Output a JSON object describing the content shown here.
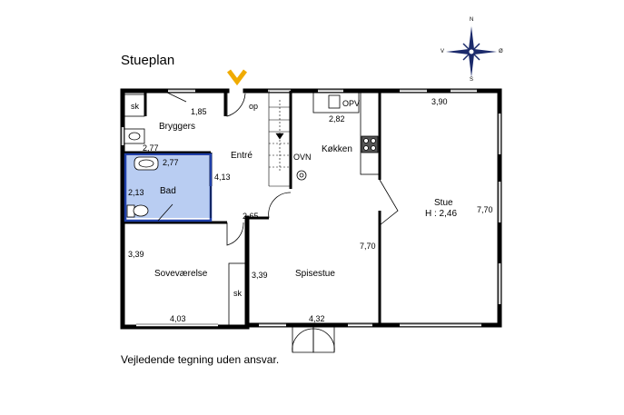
{
  "title": "Stueplan",
  "footer": "Vejledende tegning uden ansvar.",
  "compass": {
    "n": "N",
    "s": "S",
    "e": "Ø",
    "w": "V"
  },
  "rooms": {
    "bryggers": "Bryggers",
    "entre": "Entré",
    "bad": "Bad",
    "koekken": "Køkken",
    "stue": "Stue",
    "stue_height": "H : 2,46",
    "sovevaerelse": "Soveværelse",
    "spisestue": "Spisestue"
  },
  "labels": {
    "sk_top": "sk",
    "sk_bottom": "sk",
    "op": "op",
    "opv": "OPV",
    "ovn": "OVN"
  },
  "dimensions": {
    "bryggers_w": "1,85",
    "entre_top": "2,77",
    "bad_w": "2,77",
    "bad_h": "2,13",
    "entre_h": "4,13",
    "entre_w": "2,65",
    "koekken_w": "2,82",
    "stue_w": "3,90",
    "stue_h_right": "7,70",
    "stue_h_left": "7,70",
    "sov_h": "3,39",
    "sov_w": "4,03",
    "spis_h": "3,39",
    "spis_w": "4,32"
  },
  "colors": {
    "wall": "#000000",
    "bad_fill": "#b9cdf2",
    "bad_wall": "#1f3fa8",
    "entrance_arrow": "#f0ab00"
  }
}
